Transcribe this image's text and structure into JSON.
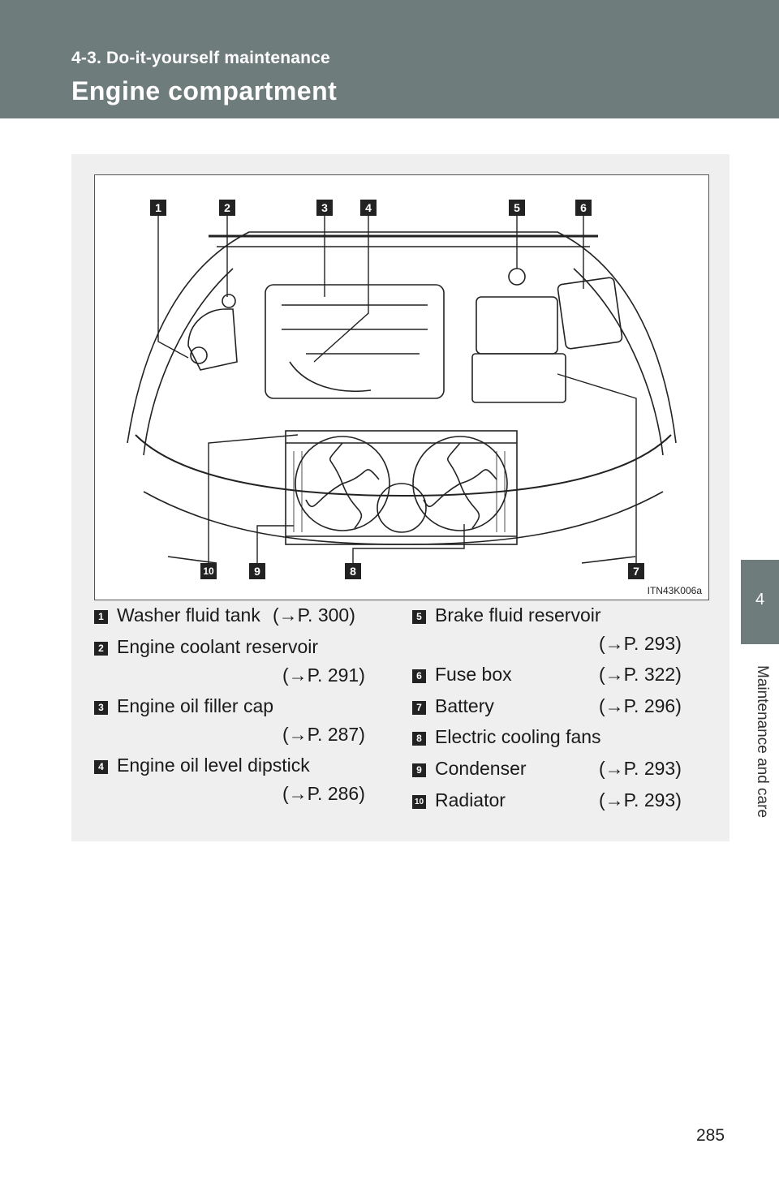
{
  "header": {
    "section": "4-3. Do-it-yourself maintenance",
    "title": "Engine compartment"
  },
  "side_tab": {
    "number": "4",
    "label": "Maintenance and care"
  },
  "figure": {
    "id": "ITN43K006a",
    "top_callouts": [
      "1",
      "2",
      "3",
      "4",
      "5",
      "6"
    ],
    "bottom_callouts": [
      "10",
      "9",
      "8",
      "7"
    ]
  },
  "legend": {
    "items": [
      {
        "num": "1",
        "label": "Washer fluid tank",
        "ref": "(→P. 300)"
      },
      {
        "num": "2",
        "label": "Engine coolant reservoir",
        "ref": "(→P. 291)"
      },
      {
        "num": "3",
        "label": "Engine oil filler cap",
        "ref": "(→P. 287)"
      },
      {
        "num": "4",
        "label": "Engine oil level dipstick",
        "ref": "(→P. 286)"
      },
      {
        "num": "5",
        "label": "Brake fluid reservoir",
        "ref": "(→P. 293)"
      },
      {
        "num": "6",
        "label": "Fuse box",
        "ref": "(→P. 322)"
      },
      {
        "num": "7",
        "label": "Battery",
        "ref": "(→P. 296)"
      },
      {
        "num": "8",
        "label": "Electric cooling fans",
        "ref": ""
      },
      {
        "num": "9",
        "label": "Condenser",
        "ref": "(→P. 293)"
      },
      {
        "num": "10",
        "label": "Radiator",
        "ref": "(→P. 293)"
      }
    ]
  },
  "page_number": "285"
}
